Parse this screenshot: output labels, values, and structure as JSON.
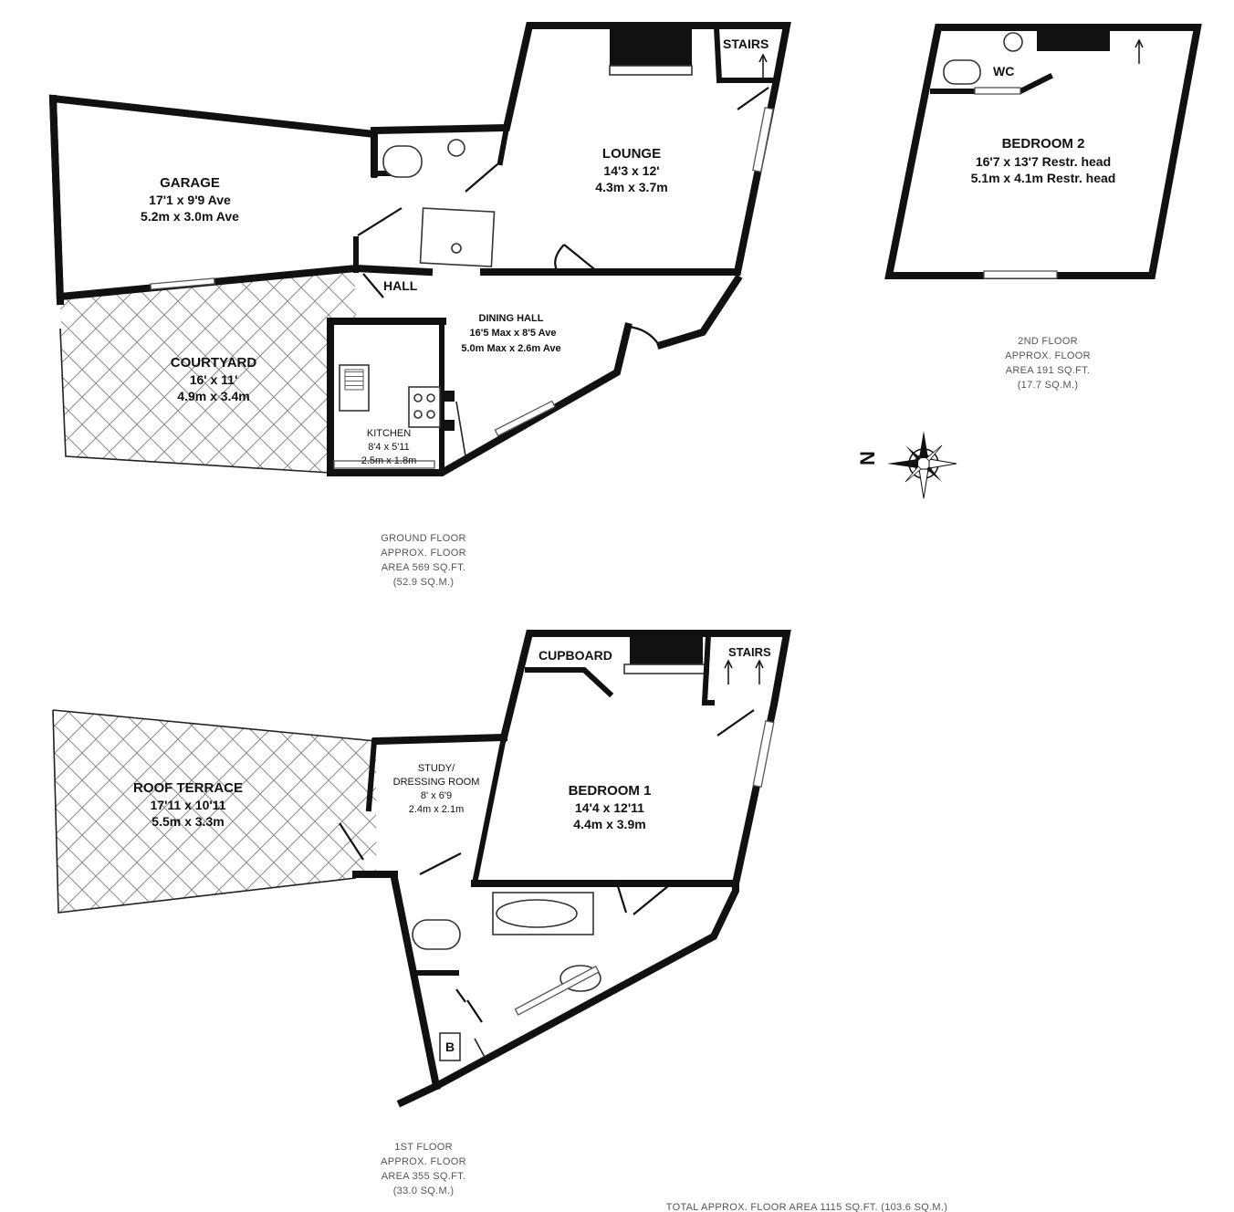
{
  "ground_floor": {
    "rooms": {
      "garage": {
        "name": "GARAGE",
        "dim_imperial": "17'1 x 9'9 Ave",
        "dim_metric": "5.2m x 3.0m Ave"
      },
      "lounge": {
        "name": "LOUNGE",
        "dim_imperial": "14'3 x 12'",
        "dim_metric": "4.3m x 3.7m"
      },
      "stairs": {
        "name": "STAIRS"
      },
      "hall": {
        "name": "HALL"
      },
      "dining_hall": {
        "name": "DINING HALL",
        "dim_imperial": "16'5 Max x 8'5 Ave",
        "dim_metric": "5.0m Max x 2.6m Ave"
      },
      "courtyard": {
        "name": "COURTYARD",
        "dim_imperial": "16' x 11'",
        "dim_metric": "4.9m x 3.4m"
      },
      "kitchen": {
        "name": "KITCHEN",
        "dim_imperial": "8'4 x 5'11",
        "dim_metric": "2.5m x 1.8m"
      }
    },
    "area": {
      "line1": "GROUND FLOOR",
      "line2": "APPROX. FLOOR",
      "line3": "AREA 569 SQ.FT.",
      "line4": "(52.9 SQ.M.)"
    }
  },
  "second_floor": {
    "rooms": {
      "wc": {
        "name": "WC"
      },
      "bedroom2": {
        "name": "BEDROOM 2",
        "dim_imperial": "16'7 x 13'7 Restr. head",
        "dim_metric": "5.1m x 4.1m Restr. head"
      }
    },
    "area": {
      "line1": "2ND FLOOR",
      "line2": "APPROX. FLOOR",
      "line3": "AREA 191 SQ.FT.",
      "line4": "(17.7 SQ.M.)"
    }
  },
  "first_floor": {
    "rooms": {
      "cupboard": {
        "name": "CUPBOARD"
      },
      "stairs": {
        "name": "STAIRS"
      },
      "roof_terrace": {
        "name": "ROOF TERRACE",
        "dim_imperial": "17'11 x 10'11",
        "dim_metric": "5.5m x 3.3m"
      },
      "study": {
        "name_line1": "STUDY/",
        "name_line2": "DRESSING ROOM",
        "dim_imperial": "8' x 6'9",
        "dim_metric": "2.4m x 2.1m"
      },
      "bedroom1": {
        "name": "BEDROOM 1",
        "dim_imperial": "14'4 x 12'11",
        "dim_metric": "4.4m x 3.9m"
      },
      "boiler": {
        "name": "B"
      }
    },
    "area": {
      "line1": "1ST FLOOR",
      "line2": "APPROX. FLOOR",
      "line3": "AREA 355 SQ.FT.",
      "line4": "(33.0 SQ.M.)"
    }
  },
  "compass": {
    "north_label": "N",
    "icon": "compass-rose-icon"
  },
  "total_area": "TOTAL APPROX. FLOOR AREA 1115 SQ.FT. (103.6 SQ.M.)",
  "colors": {
    "walls": "#111111",
    "background": "#ffffff",
    "hatch": "#888888",
    "area_text": "#555555"
  }
}
